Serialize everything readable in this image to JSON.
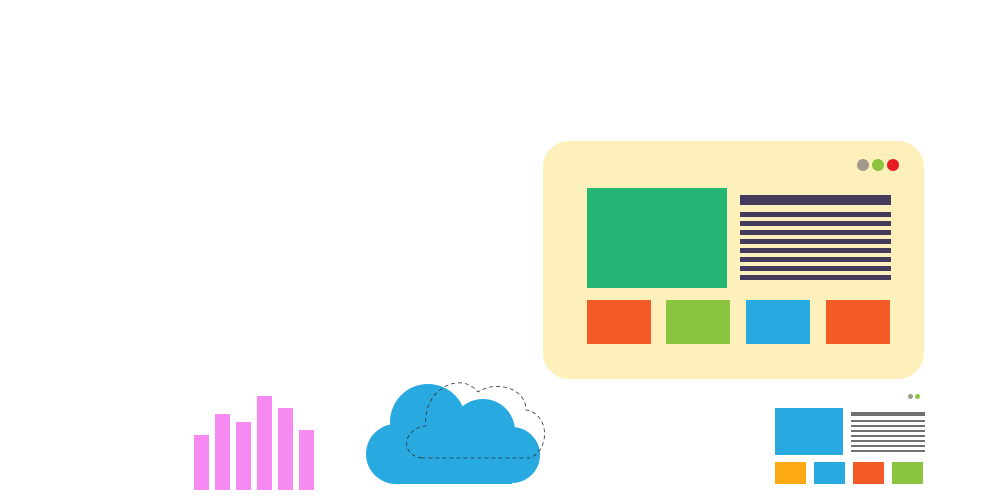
{
  "colors": {
    "window_bg": "#fef0bb",
    "hero": "#25b574",
    "text_lines": "#443a5c",
    "tile_orange": "#f25b26",
    "tile_green": "#8bc43f",
    "tile_blue": "#28a9e0",
    "tile_yellow": "#fda914",
    "dot_gray": "#a09a8c",
    "dot_green": "#8bc43f",
    "dot_red": "#e81c24",
    "mini_lines": "#707070",
    "bars": "#f68af2",
    "cloud": "#28a9e0",
    "cloud_outline": "#333333"
  },
  "icons": {
    "window": "browser-window-icon",
    "mini_window": "small-browser-window-icon",
    "bars": "bar-graph-icon",
    "cloud": "cloud-icon"
  },
  "bar_levels": [
    0.55,
    0.76,
    0.68,
    0.94,
    0.82,
    0.6
  ]
}
